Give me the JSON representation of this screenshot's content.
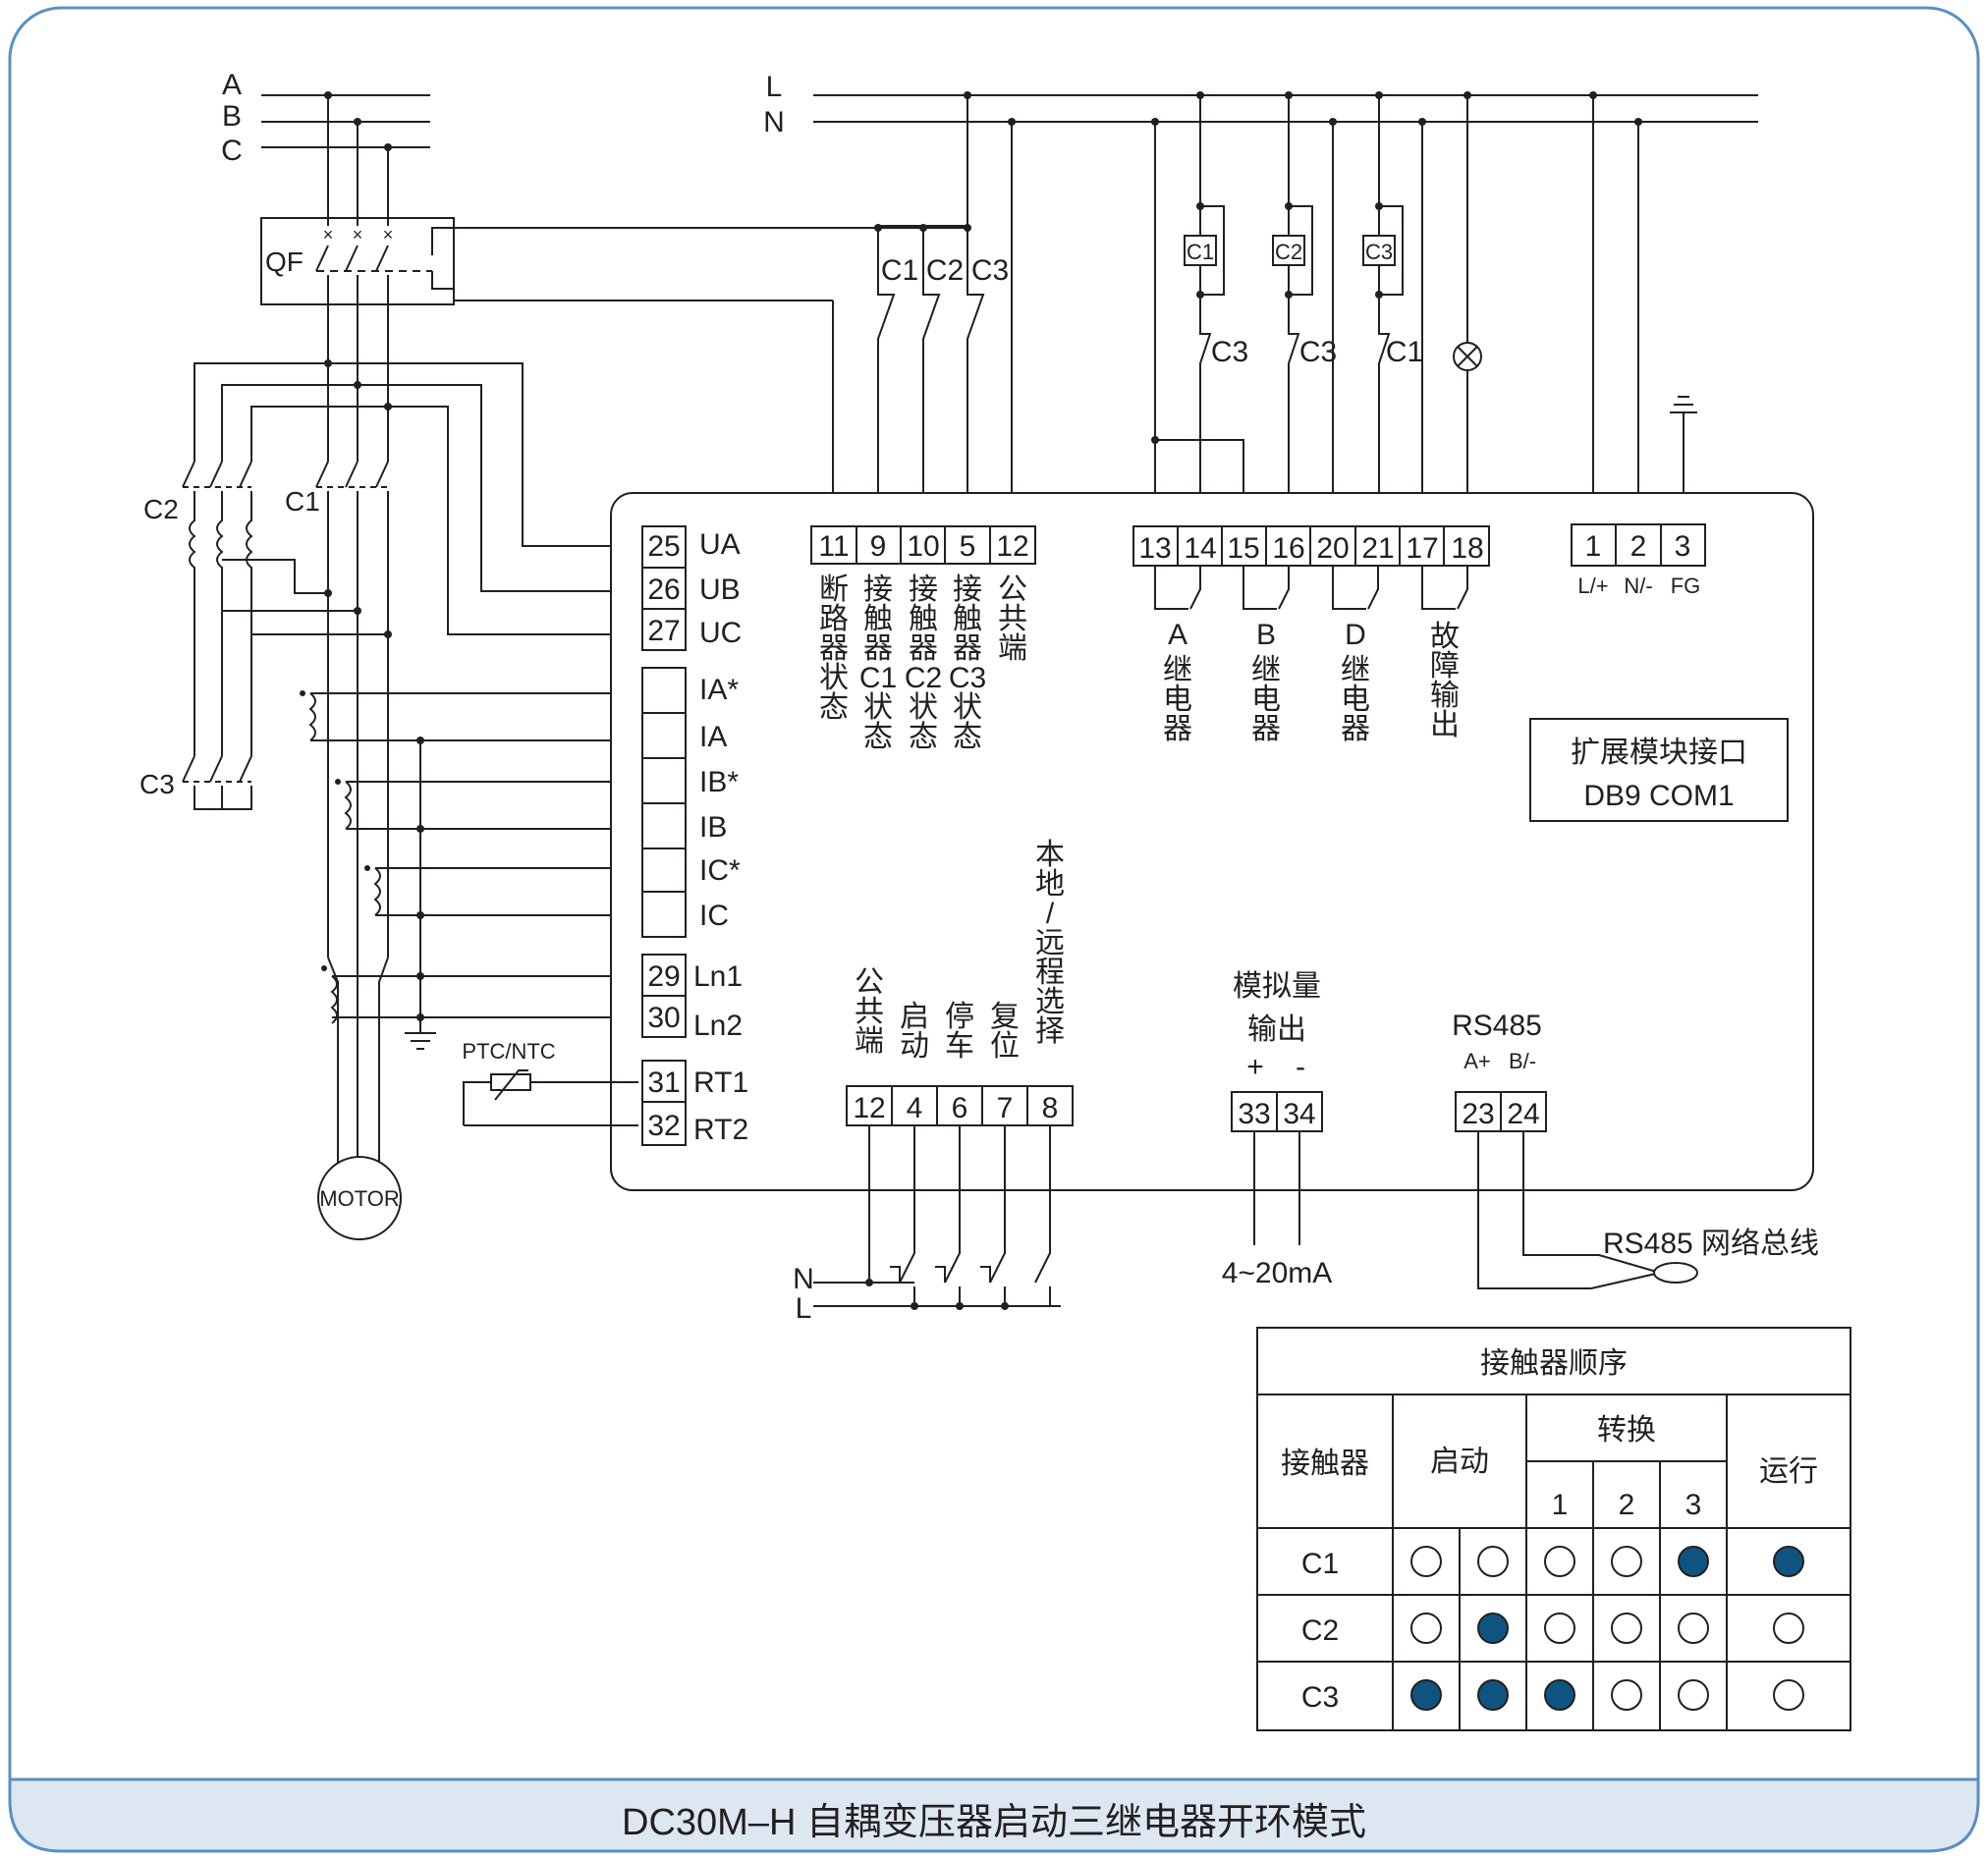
{
  "caption": "DC30M–H 自耦变压器启动三继电器开环模式",
  "colors": {
    "frame": "#5a8fc4",
    "caption_band": "#dde7f2",
    "filled_dot": "#0f5481",
    "ink": "#231f20"
  },
  "mains": {
    "phases": [
      "A",
      "B",
      "C"
    ],
    "breaker": "QF",
    "contactors": [
      "C2",
      "C1",
      "C3"
    ],
    "motor": "MOTOR"
  },
  "supply": {
    "L": "L",
    "N": "N"
  },
  "status_labels": [
    "C1",
    "C2",
    "C3"
  ],
  "relay_coils": [
    {
      "coil": "C1",
      "interlock": "C3"
    },
    {
      "coil": "C2",
      "interlock": "C3"
    },
    {
      "coil": "C3",
      "interlock": "C1"
    }
  ],
  "terminals_status": [
    {
      "num": "11",
      "desc": "断路器状态"
    },
    {
      "num": "9",
      "desc": "接触器C1状态"
    },
    {
      "num": "10",
      "desc": "接触器C2状态"
    },
    {
      "num": "5",
      "desc": "接触器C3状态"
    },
    {
      "num": "12",
      "desc": "公共端"
    }
  ],
  "terminals_relay": [
    "13",
    "14",
    "15",
    "16",
    "20",
    "21",
    "17",
    "18"
  ],
  "relay_labels": [
    {
      "letter": "A",
      "desc": "继电器"
    },
    {
      "letter": "B",
      "desc": "继电器"
    },
    {
      "letter": "D",
      "desc": "继电器"
    },
    {
      "letter": "",
      "desc": "故障输出"
    }
  ],
  "terminals_power": [
    {
      "num": "1",
      "label": "L/+"
    },
    {
      "num": "2",
      "label": "N/-"
    },
    {
      "num": "3",
      "label": "FG"
    }
  ],
  "ext_module": {
    "line1": "扩展模块接口",
    "line2": "DB9 COM1"
  },
  "terminals_left": [
    {
      "num": "25",
      "label": "UA"
    },
    {
      "num": "26",
      "label": "UB"
    },
    {
      "num": "27",
      "label": "UC"
    }
  ],
  "ct_inputs": [
    "IA*",
    "IA",
    "IB*",
    "IB",
    "IC*",
    "IC"
  ],
  "terminals_ln": [
    {
      "num": "29",
      "label": "Ln1"
    },
    {
      "num": "30",
      "label": "Ln2"
    }
  ],
  "terminals_rt": [
    {
      "num": "31",
      "label": "RT1"
    },
    {
      "num": "32",
      "label": "RT2"
    }
  ],
  "ptc_label": "PTC/NTC",
  "terminals_control": [
    {
      "num": "12",
      "desc": "公共端"
    },
    {
      "num": "4",
      "desc": "启动"
    },
    {
      "num": "6",
      "desc": "停车"
    },
    {
      "num": "7",
      "desc": "复位"
    },
    {
      "num": "8",
      "desc": "本地/远程选择"
    }
  ],
  "control_supply": {
    "N": "N",
    "L": "L"
  },
  "analog": {
    "title1": "模拟量",
    "title2": "输出",
    "plus": "+",
    "minus": "-",
    "terminals": [
      "33",
      "34"
    ],
    "range": "4~20mA"
  },
  "rs485": {
    "title": "RS485",
    "a": "A+",
    "b": "B/-",
    "terminals": [
      "23",
      "24"
    ],
    "bus": "RS485 网络总线"
  },
  "sequence_table": {
    "title": "接触器顺序",
    "col_contactor": "接触器",
    "col_start": "启动",
    "col_switch": "转换",
    "col_run": "运行",
    "switch_steps": [
      "1",
      "2",
      "3"
    ],
    "rows": [
      {
        "name": "C1",
        "states": [
          0,
          0,
          0,
          0,
          1,
          1
        ]
      },
      {
        "name": "C2",
        "states": [
          0,
          1,
          0,
          0,
          0,
          0
        ]
      },
      {
        "name": "C3",
        "states": [
          1,
          1,
          1,
          0,
          0,
          0
        ]
      }
    ]
  }
}
